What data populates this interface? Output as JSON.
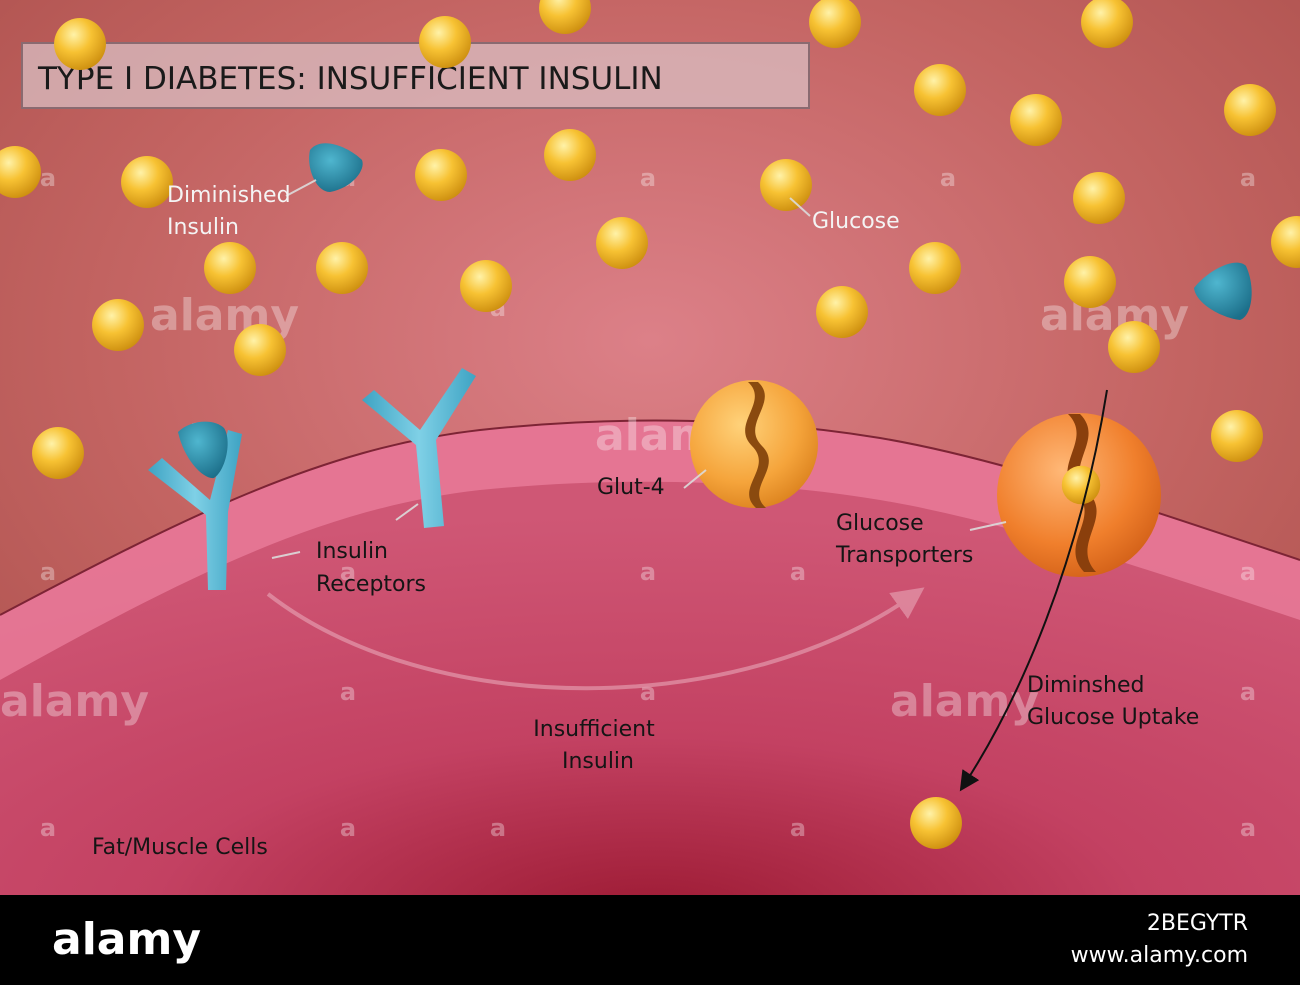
{
  "title": "TYPE I DIABETES: INSUFFICIENT INSULIN",
  "labels": {
    "diminished_insulin": [
      "Diminished",
      "Insulin"
    ],
    "glucose": "Glucose",
    "glut4": "Glut-4",
    "glucose_transporters": [
      "Glucose",
      "Transporters"
    ],
    "insulin_receptors": [
      "Insulin",
      "Receptors"
    ],
    "insufficient_insulin": [
      "Insufficient",
      "Insulin"
    ],
    "diminished_uptake": [
      "Diminshed",
      "Glucose Uptake"
    ],
    "cells": "Fat/Muscle Cells"
  },
  "watermark": {
    "brand": "alamy",
    "letter": "a",
    "image_id": "2BEGYTR",
    "site": "www.alamy.com"
  },
  "colors": {
    "background": "#b85c57",
    "cell": "#c74f6d",
    "cell_edge": "#ef86a2",
    "glucose": "#f5b51c",
    "insulin": "#2a8ba6",
    "receptor": "#4fb3d1",
    "glut4": "#f5a43b",
    "transporter": "#f07f2c",
    "footer": "#000000"
  },
  "icons": {
    "glucose_molecule": "glucose-molecule-icon",
    "insulin_molecule": "insulin-molecule-icon",
    "receptor": "insulin-receptor-icon",
    "transporter": "glucose-transporter-icon"
  }
}
